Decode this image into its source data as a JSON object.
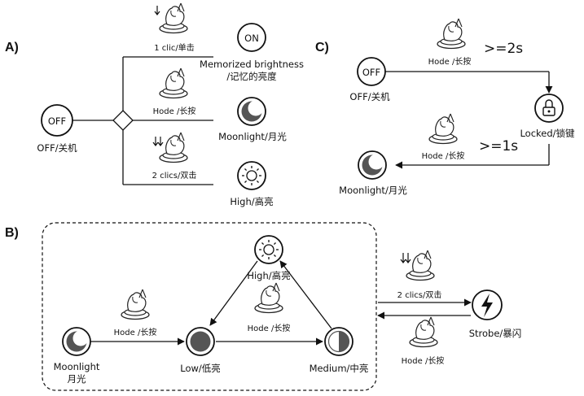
{
  "sections": {
    "a": "A)",
    "b": "B)",
    "c": "C)"
  },
  "a": {
    "off_button": "OFF",
    "off_label": "OFF/关机",
    "click1": "1 clic/单击",
    "on_button": "ON",
    "memorized_1": "Memorized brightness",
    "memorized_2": "/记忆的亮度",
    "hode": "Hode /长按",
    "moonlight": "Moonlight/月光",
    "clicks2": "2 clics/双击",
    "high": "High/高亮"
  },
  "c": {
    "hode_top": "Hode /长按",
    "time_top": ">=2s",
    "off_button": "OFF",
    "off_label": "OFF/关机",
    "locked": "Locked/锁键",
    "hode_bottom": "Hode /长按",
    "time_bottom": ">=1s",
    "moonlight": "Moonlight/月光"
  },
  "b": {
    "high": "High/高亮",
    "hode_left": "Hode /长按",
    "hode_center": "Hode /长按",
    "moonlight_1": "Moonlight",
    "moonlight_2": "月光",
    "low": "Low/低亮",
    "medium": "Medium/中亮",
    "clicks2": "2 clics/双击",
    "strobe": "Strobe/暴闪",
    "hode_right": "Hode /长按"
  }
}
